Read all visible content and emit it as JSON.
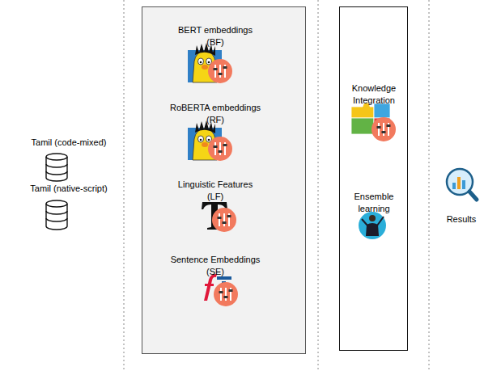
{
  "diagram": {
    "nodes": [
      {
        "text": [
          "BERT embeddings (BF)",
          "RoBERTA embeddings (RF)",
          "Linguistic Features (LF)",
          "Sentence Embeddings (SE)"
        ]
      },
      {
        "text": [
          "Knowledge Integration",
          "Ensemble learning"
        ]
      }
    ],
    "labels": [
      "Tamil (code-mixed)",
      "Tamil (native-script)",
      "Results"
    ]
  }
}
